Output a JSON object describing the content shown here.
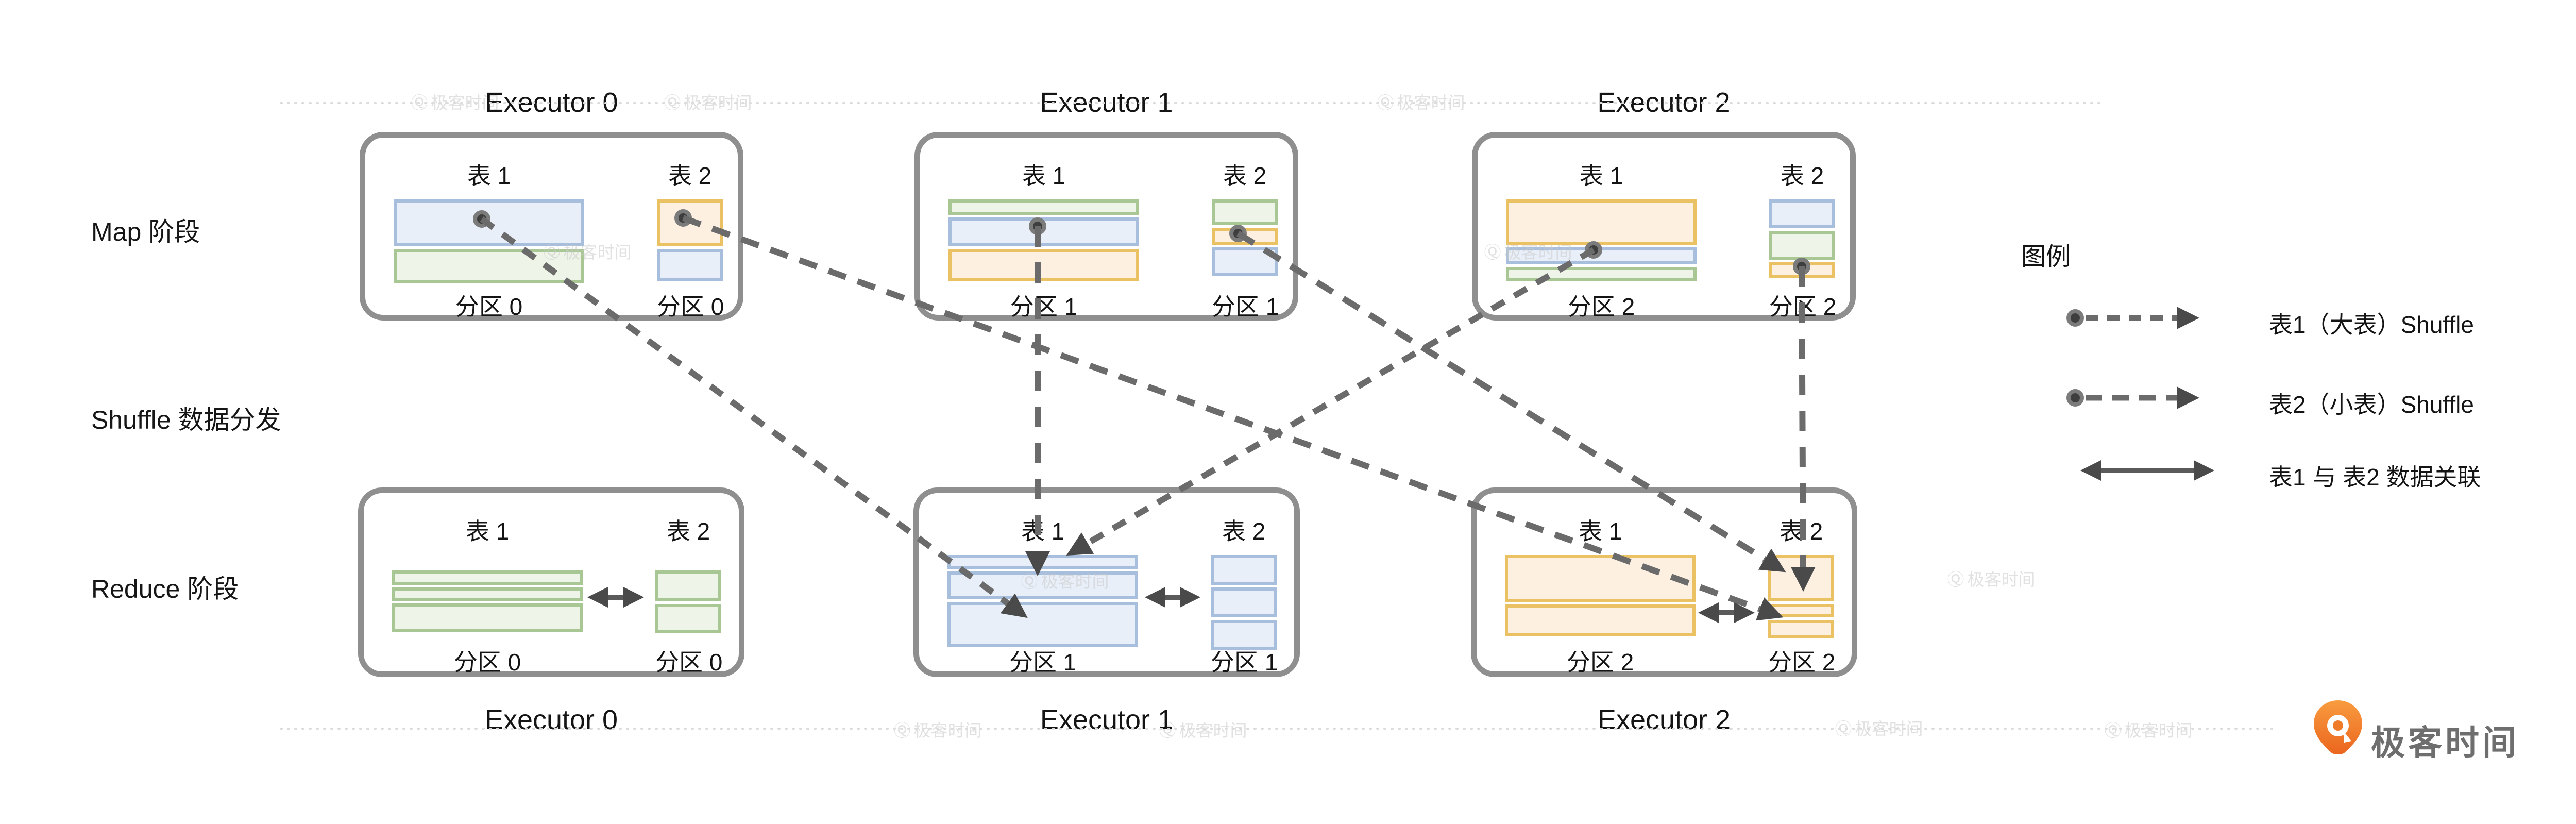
{
  "stage_labels": {
    "map": "Map 阶段",
    "shuffle": "Shuffle 数据分发",
    "reduce": "Reduce 阶段"
  },
  "executors_top": [
    "Executor 0",
    "Executor 1",
    "Executor 2"
  ],
  "executors_bottom": [
    "Executor 0",
    "Executor 1",
    "Executor 2"
  ],
  "map_row": {
    "executors": [
      {
        "title": "Executor 0",
        "t1": {
          "label": "表 1",
          "partition": "分区 0",
          "rows": [
            {
              "c": "blue",
              "h": 91
            },
            {
              "c": "green",
              "h": 67
            }
          ]
        },
        "t2": {
          "label": "表 2",
          "partition": "分区 0",
          "rows": [
            {
              "c": "orange",
              "h": 91
            },
            {
              "c": "blue",
              "h": 63
            }
          ]
        }
      },
      {
        "title": "Executor 1",
        "t1": {
          "label": "表 1",
          "partition": "分区 1",
          "rows": [
            {
              "c": "green",
              "h": 30
            },
            {
              "c": "blue",
              "h": 56
            },
            {
              "c": "orange",
              "h": 62
            }
          ]
        },
        "t2": {
          "label": "表 2",
          "partition": "分区 1",
          "rows": [
            {
              "c": "green",
              "h": 50
            },
            {
              "c": "orange",
              "h": 33
            },
            {
              "c": "blue",
              "h": 56
            }
          ]
        }
      },
      {
        "title": "Executor 2",
        "t1": {
          "label": "表 1",
          "partition": "分区 2",
          "rows": [
            {
              "c": "orange",
              "h": 88
            },
            {
              "c": "blue",
              "h": 33
            },
            {
              "c": "green",
              "h": 28
            }
          ]
        },
        "t2": {
          "label": "表 2",
          "partition": "分区 2",
          "rows": [
            {
              "c": "blue",
              "h": 56
            },
            {
              "c": "green",
              "h": 56
            },
            {
              "c": "orange",
              "h": 31
            }
          ]
        }
      }
    ]
  },
  "reduce_row": {
    "executors": [
      {
        "title": "Executor 0",
        "t1": {
          "label": "表 1",
          "partition": "分区 0",
          "rows": [
            {
              "c": "green",
              "h": 28
            },
            {
              "c": "green",
              "h": 26
            },
            {
              "c": "green",
              "h": 56
            }
          ]
        },
        "t2": {
          "label": "表 2",
          "partition": "分区 0",
          "rows": [
            {
              "c": "green",
              "h": 60
            },
            {
              "c": "green",
              "h": 57
            }
          ]
        }
      },
      {
        "title": "Executor 1",
        "t1": {
          "label": "表 1",
          "partition": "分区 1",
          "rows": [
            {
              "c": "blue",
              "h": 27
            },
            {
              "c": "blue",
              "h": 54
            },
            {
              "c": "blue",
              "h": 88
            }
          ]
        },
        "t2": {
          "label": "表 2",
          "partition": "分区 1",
          "rows": [
            {
              "c": "blue",
              "h": 58
            },
            {
              "c": "blue",
              "h": 58
            },
            {
              "c": "blue",
              "h": 58
            }
          ]
        }
      },
      {
        "title": "Executor 2",
        "t1": {
          "label": "表 1",
          "partition": "分区 2",
          "rows": [
            {
              "c": "orange",
              "h": 91
            },
            {
              "c": "orange",
              "h": 62
            }
          ]
        },
        "t2": {
          "label": "表 2",
          "partition": "分区 2",
          "rows": [
            {
              "c": "orange",
              "h": 90
            },
            {
              "c": "orange",
              "h": 26
            },
            {
              "c": "orange",
              "h": 35
            }
          ]
        }
      }
    ]
  },
  "legend": {
    "title": "图例",
    "items": [
      {
        "label": "表1（大表）Shuffle",
        "type": "dashed-arrow"
      },
      {
        "label": "表2（小表）Shuffle",
        "type": "dashed-arrow"
      },
      {
        "label": "表1 与 表2 数据关联",
        "type": "double-arrow"
      }
    ]
  },
  "watermark": {
    "text": "极客时间",
    "glyph": "Ⓠ"
  },
  "logo": {
    "text": "极客时间"
  },
  "colors": {
    "blue_border": "#a7bedd",
    "blue_fill": "#e9eff8",
    "green_border": "#a9c795",
    "green_fill": "#eef4e7",
    "orange_border": "#eac264",
    "orange_fill": "#fdf0e1",
    "box_border": "#8f8f8f",
    "dash_line": "#6b6b6b",
    "arrowhead": "#4a4a4a"
  }
}
